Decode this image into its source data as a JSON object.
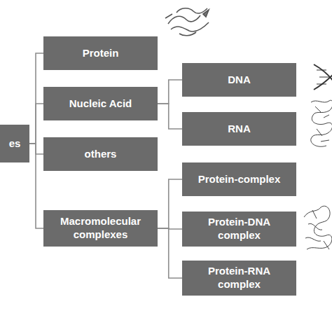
{
  "diagram": {
    "nodes": [
      {
        "text": [
          "es"
        ]
      },
      {
        "text": [
          "Protein"
        ]
      },
      {
        "text": [
          "Nucleic Acid"
        ]
      },
      {
        "text": [
          "others"
        ]
      },
      {
        "text": [
          "Macromolecular complexes"
        ]
      },
      {
        "text": [
          "DNA"
        ]
      },
      {
        "text": [
          "RNA"
        ]
      },
      {
        "text": [
          "Protein-complex"
        ]
      },
      {
        "text": [
          "Protein-DNA complex"
        ]
      },
      {
        "text": [
          "Protein-RNA complex"
        ]
      }
    ],
    "edges": [
      {
        "from": 0,
        "to": 1,
        "arrow": "none"
      },
      {
        "from": 0,
        "to": 2,
        "arrow": "none"
      },
      {
        "from": 0,
        "to": 3,
        "arrow": "none"
      },
      {
        "from": 0,
        "to": 4,
        "arrow": "none"
      },
      {
        "from": 2,
        "to": 5,
        "arrow": "none"
      },
      {
        "from": 2,
        "to": 6,
        "arrow": "none"
      },
      {
        "from": 4,
        "to": 7,
        "arrow": "none"
      },
      {
        "from": 4,
        "to": 8,
        "arrow": "none"
      },
      {
        "from": 4,
        "to": 9,
        "arrow": "none"
      }
    ]
  }
}
